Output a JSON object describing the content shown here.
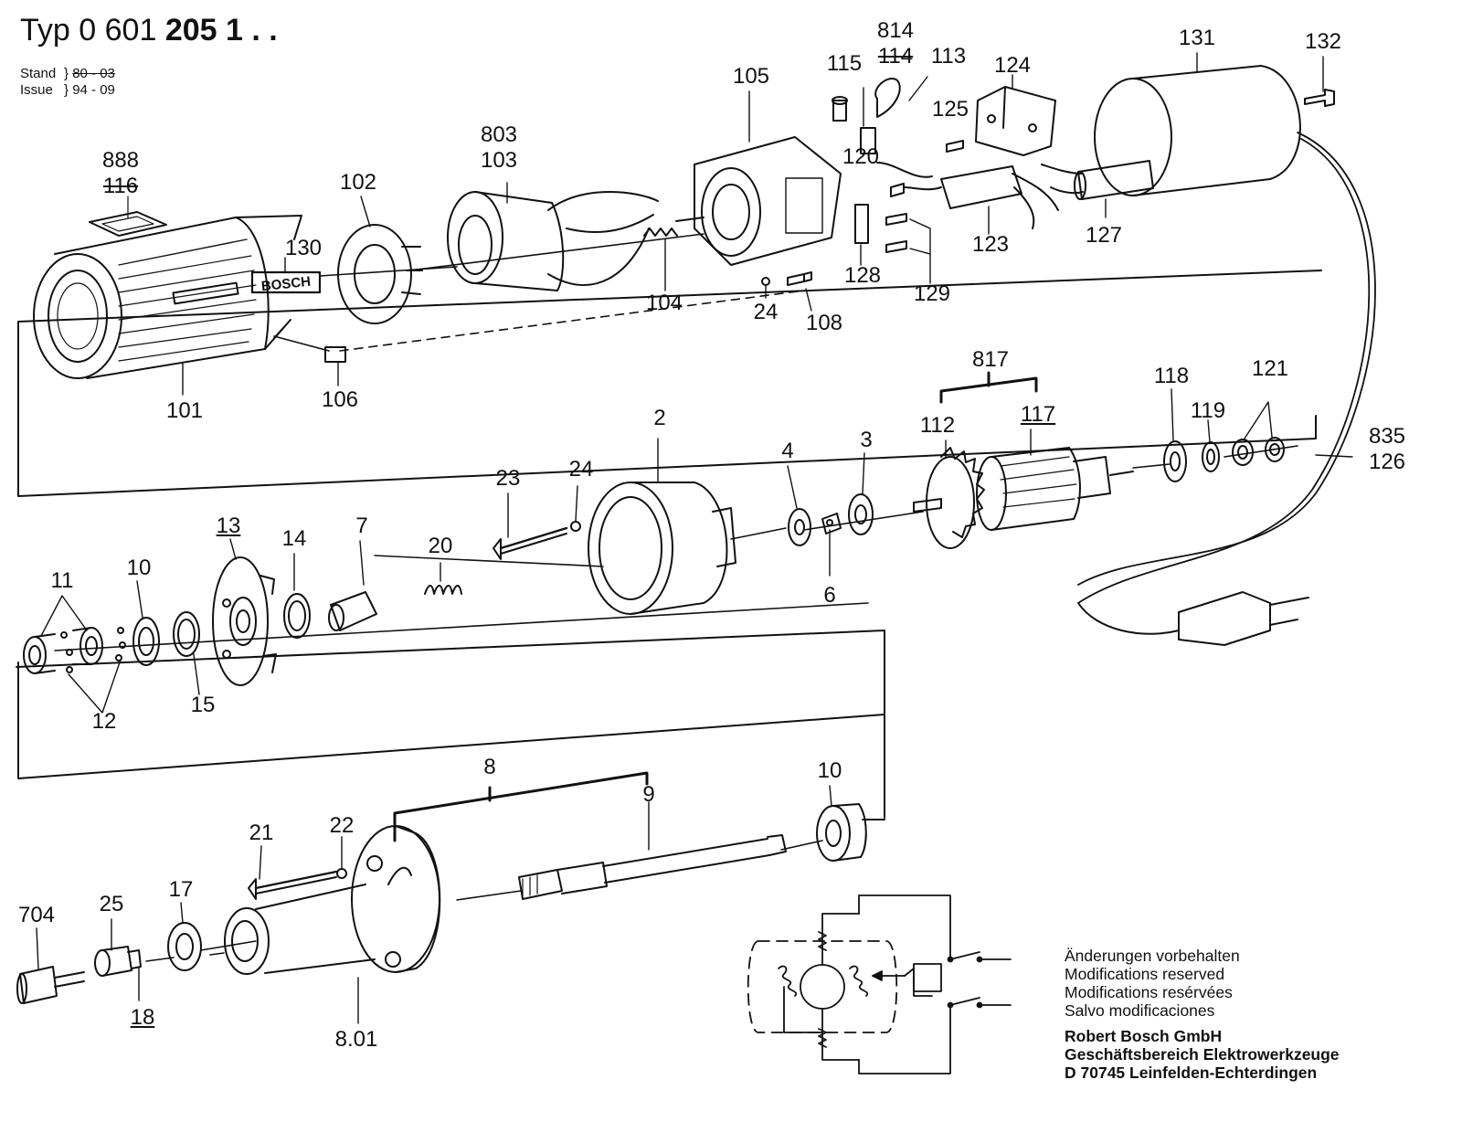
{
  "header": {
    "type_label": "Typ",
    "model_plain": "0 601",
    "model_bold": "205 1 . .",
    "stand_label": "Stand",
    "issue_label": "Issue",
    "stand_value": "80 - 03",
    "issue_value": "94 - 09"
  },
  "brand_plate": "BOSCH",
  "parts": {
    "p888": "888",
    "p116": "116",
    "p102": "102",
    "p130": "130",
    "p101": "101",
    "p106": "106",
    "p803": "803",
    "p103": "103",
    "p104": "104",
    "p105": "105",
    "p24a": "24",
    "p108": "108",
    "p814": "814",
    "p114": "114",
    "p113": "113",
    "p115": "115",
    "p120": "120",
    "p124": "124",
    "p125": "125",
    "p123": "123",
    "p128": "128",
    "p129": "129",
    "p131": "131",
    "p132": "132",
    "p127": "127",
    "p835": "835",
    "p126": "126",
    "p817": "817",
    "p112": "112",
    "p117": "117",
    "p118": "118",
    "p119": "119",
    "p121": "121",
    "p2": "2",
    "p4": "4",
    "p3": "3",
    "p6": "6",
    "p23": "23",
    "p24b": "24",
    "p20": "20",
    "p7": "7",
    "p14": "14",
    "p13": "13",
    "p10a": "10",
    "p11": "11",
    "p12": "12",
    "p15": "15",
    "p8": "8",
    "p9": "9",
    "p10b": "10",
    "p21": "21",
    "p22": "22",
    "p17": "17",
    "p25": "25",
    "p704": "704",
    "p18": "18",
    "p801": "8.01"
  },
  "notes": [
    "Änderungen vorbehalten",
    "Modifications reserved",
    "Modifications resérvées",
    "Salvo modificaciones"
  ],
  "company": [
    "Robert Bosch GmbH",
    "Geschäftsbereich Elektrowerkzeuge",
    "D 70745 Leinfelden-Echterdingen"
  ]
}
